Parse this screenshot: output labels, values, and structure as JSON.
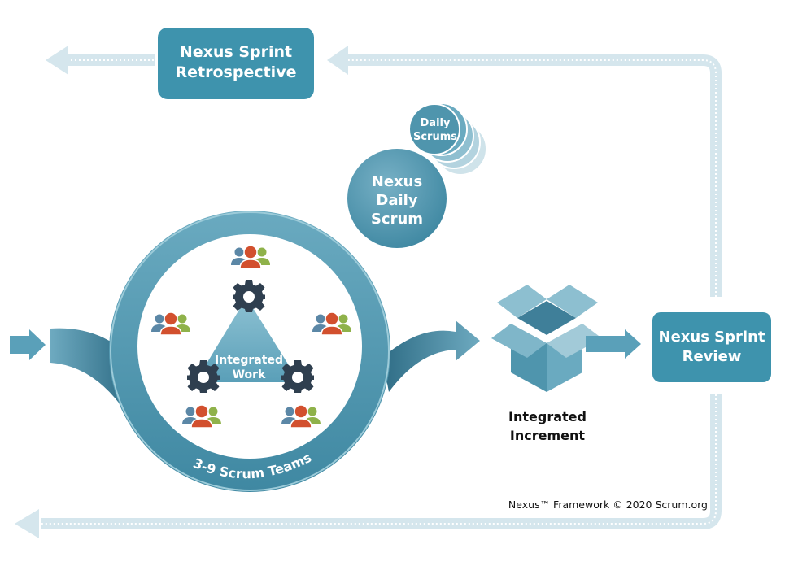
{
  "diagram": {
    "retrospective_label_line1": "Nexus Sprint",
    "retrospective_label_line2": "Retrospective",
    "daily_scrums_line1": "Daily",
    "daily_scrums_line2": "Scrums",
    "nexus_daily_line1": "Nexus",
    "nexus_daily_line2": "Daily",
    "nexus_daily_line3": "Scrum",
    "integrated_work_line1": "Integrated",
    "integrated_work_line2": "Work",
    "teams_label": "3-9 Scrum Teams",
    "increment_line1": "Integrated",
    "increment_line2": "Increment",
    "review_label_line1": "Nexus Sprint",
    "review_label_line2": "Review",
    "copyright": "Nexus™ Framework © 2020 Scrum.org"
  },
  "colors": {
    "box": "#3e93ad",
    "circle_dark": "#4f95ad",
    "circle_light": "#7fb6c9",
    "arrow_track": "#d5e6ed",
    "gear": "#2f3f4f",
    "person_red": "#d2502e",
    "person_green": "#8fb24a",
    "person_blue": "#5b87a6"
  },
  "icons": [
    "gear-icon",
    "team-icon",
    "box-icon",
    "arrow-icon"
  ]
}
